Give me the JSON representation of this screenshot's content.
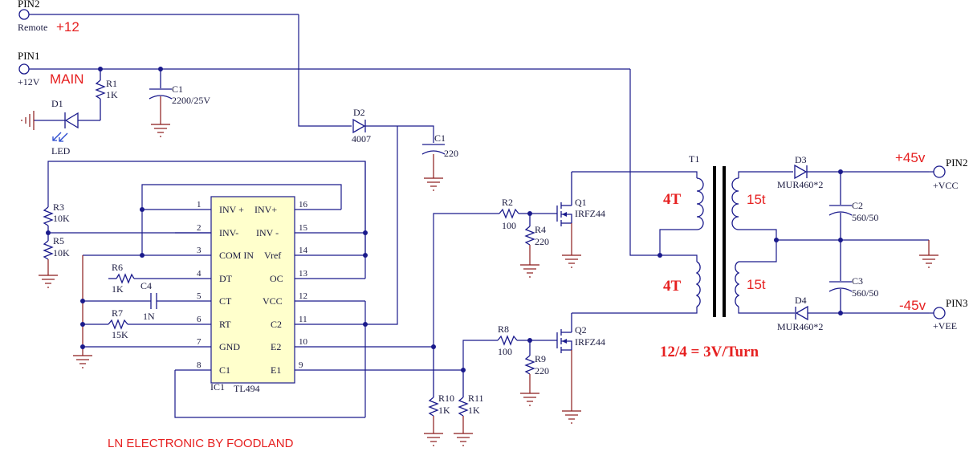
{
  "pins": {
    "pin2_top": {
      "name": "PIN2",
      "net": "Remote",
      "note": "+12"
    },
    "pin1": {
      "name": "PIN1",
      "net": "+12V",
      "note": "MAIN"
    },
    "pin2_right": {
      "name": "PIN2",
      "net": "+VCC",
      "note": "+45v"
    },
    "pin3": {
      "name": "PIN3",
      "net": "+VEE",
      "note": "-45v"
    }
  },
  "components": {
    "r1": {
      "ref": "R1",
      "value": "1K"
    },
    "c1_main": {
      "ref": "C1",
      "value": "2200/25V"
    },
    "d1": {
      "ref": "D1",
      "value": "LED"
    },
    "d2": {
      "ref": "D2",
      "value": "4007"
    },
    "c1_remote": {
      "ref": "C1",
      "value": "220"
    },
    "r3": {
      "ref": "R3",
      "value": "10K"
    },
    "r5": {
      "ref": "R5",
      "value": "10K"
    },
    "r6": {
      "ref": "R6",
      "value": "1K"
    },
    "c4": {
      "ref": "C4",
      "value": "1N"
    },
    "r7": {
      "ref": "R7",
      "value": "15K"
    },
    "r2": {
      "ref": "R2",
      "value": "100"
    },
    "r4": {
      "ref": "R4",
      "value": "220"
    },
    "q1": {
      "ref": "Q1",
      "value": "IRFZ44"
    },
    "r8": {
      "ref": "R8",
      "value": "100"
    },
    "r9": {
      "ref": "R9",
      "value": "220"
    },
    "q2": {
      "ref": "Q2",
      "value": "IRFZ44"
    },
    "r10": {
      "ref": "R10",
      "value": "1K"
    },
    "r11": {
      "ref": "R11",
      "value": "1K"
    },
    "t1": {
      "ref": "T1",
      "primary_top": "4T",
      "primary_bottom": "4T",
      "secondary_top": "15t",
      "secondary_bottom": "15t"
    },
    "d3": {
      "ref": "D3",
      "value": "MUR460*2"
    },
    "d4": {
      "ref": "D4",
      "value": "MUR460*2"
    },
    "c2": {
      "ref": "C2",
      "value": "560/50"
    },
    "c3": {
      "ref": "C3",
      "value": "560/50"
    }
  },
  "ic": {
    "ref": "IC1",
    "part": "TL494",
    "left_pins": [
      {
        "num": "1",
        "name": "INV +"
      },
      {
        "num": "2",
        "name": "INV-"
      },
      {
        "num": "3",
        "name": "COM IN"
      },
      {
        "num": "4",
        "name": "DT"
      },
      {
        "num": "5",
        "name": "CT"
      },
      {
        "num": "6",
        "name": "RT"
      },
      {
        "num": "7",
        "name": "GND"
      },
      {
        "num": "8",
        "name": "C1"
      }
    ],
    "right_pins": [
      {
        "num": "16",
        "name": "INV+"
      },
      {
        "num": "15",
        "name": "INV -"
      },
      {
        "num": "14",
        "name": "Vref"
      },
      {
        "num": "13",
        "name": "OC"
      },
      {
        "num": "12",
        "name": "VCC"
      },
      {
        "num": "11",
        "name": "C2"
      },
      {
        "num": "10",
        "name": "E2"
      },
      {
        "num": "9",
        "name": "E1"
      }
    ]
  },
  "annotations": {
    "turns_formula": "12/4 = 3V/Turn",
    "credit": "LN ELECTRONIC BY FOODLAND"
  },
  "colors": {
    "wire": "#1a1a8c",
    "ground": "#8b1a1a",
    "ic_fill": "#ffffcc",
    "note_red": "#e62020"
  }
}
